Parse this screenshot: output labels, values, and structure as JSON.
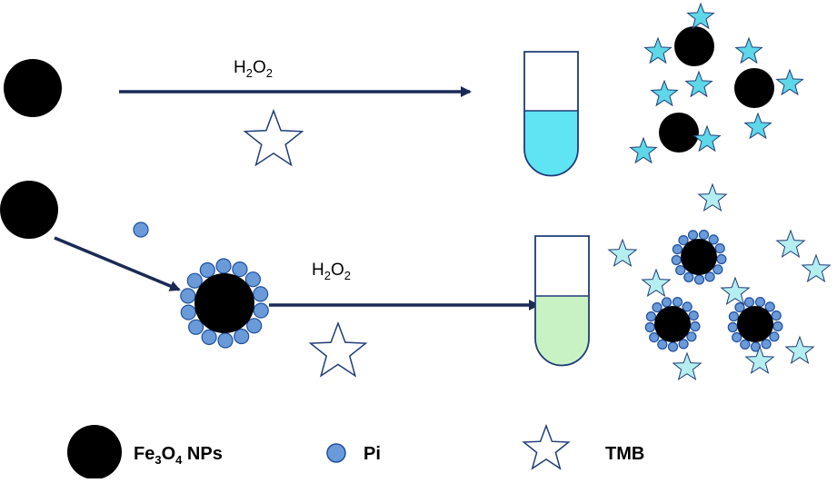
{
  "top_row": {
    "reagent_label_main": "H",
    "reagent_label_sub1": "2",
    "reagent_label_mid": "O",
    "reagent_label_sub2": "2"
  },
  "bottom_row": {
    "reagent_label_main": "H",
    "reagent_label_sub1": "2",
    "reagent_label_mid": "O",
    "reagent_label_sub2": "2"
  },
  "legend": {
    "nps_label_a": "Fe",
    "nps_label_sub1": "3",
    "nps_label_b": "O",
    "nps_label_sub2": "4",
    "nps_label_c": " NPs",
    "pi_label": "Pi",
    "tmb_label": "TMB"
  },
  "colors": {
    "nanoparticle": "#000000",
    "arrow": "#1a2a55",
    "pi": "#6a9ad8",
    "pi_stroke": "#1e4fa0",
    "blue_solution": "#5ee4f2",
    "green_solution": "#c9f2c4",
    "oxidized_tmb_star": "#5ed8e8",
    "light_tmb_star": "#b5eef0",
    "star_outline": "#1f3c78"
  },
  "icons": {
    "nanoparticle": "black-circle-icon",
    "pi": "blue-dot-icon",
    "tmb": "star-icon",
    "tube": "test-tube-icon"
  }
}
